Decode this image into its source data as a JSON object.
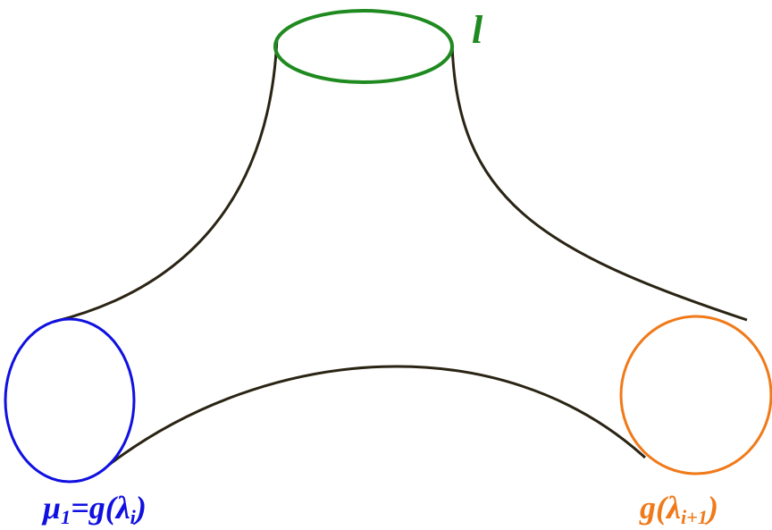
{
  "labels": {
    "top": {
      "text": "l",
      "color": "#1f8a1f"
    },
    "left": {
      "main": "μ",
      "sub1": "1",
      "mid": "=g(λ",
      "sub2": "i",
      "end": ")",
      "color": "#1010e0"
    },
    "right": {
      "main": "g(λ",
      "sub": "i+1",
      "end": ")",
      "color": "#f07a1a"
    }
  },
  "colors": {
    "surface_outline": "#2a2414",
    "top_boundary": "#1f8a1f",
    "left_boundary": "#1010e0",
    "right_boundary": "#f07a1a"
  }
}
